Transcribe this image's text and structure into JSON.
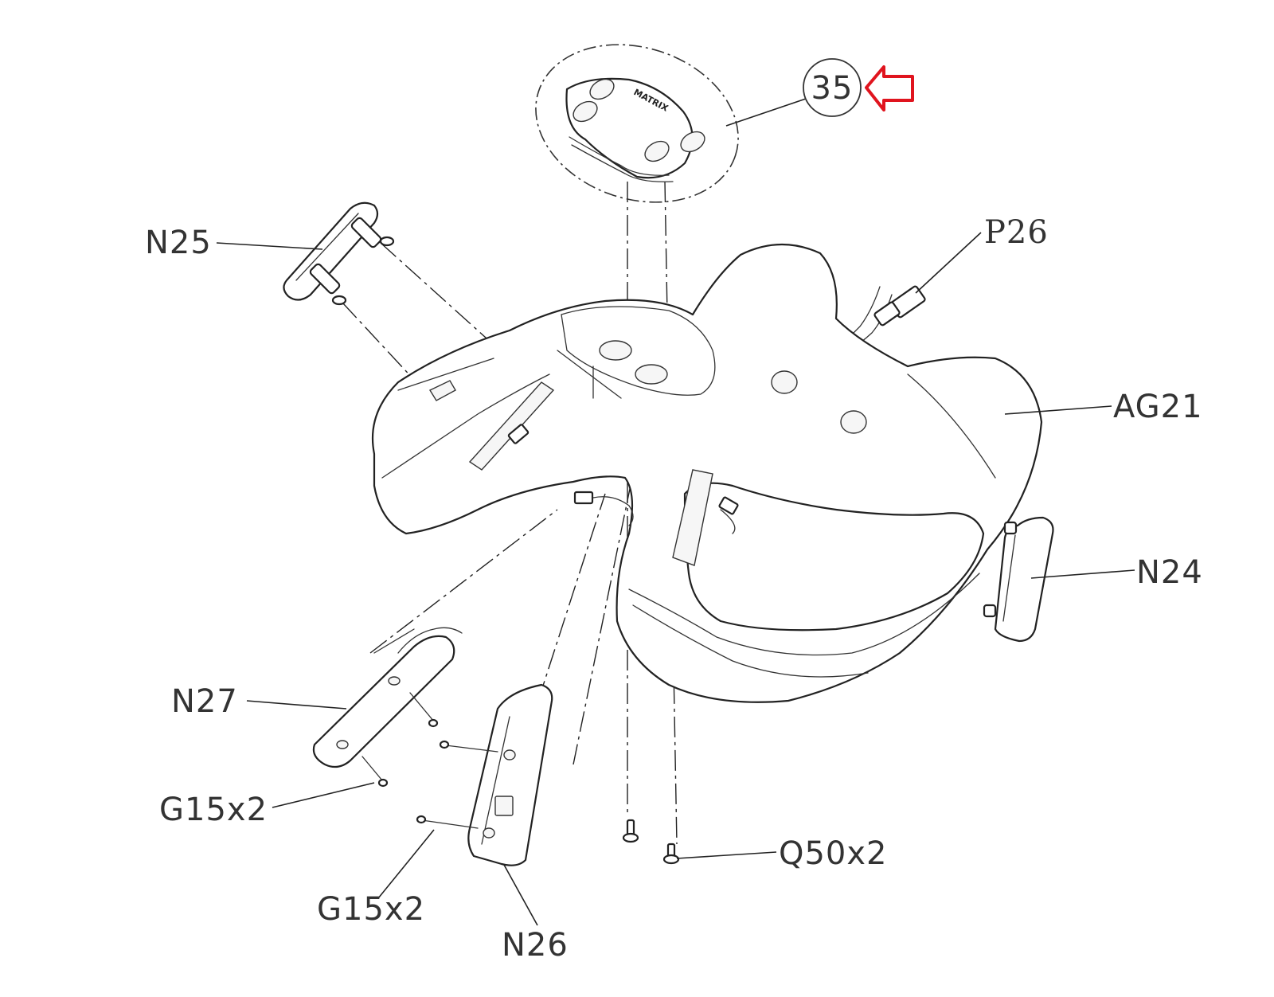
{
  "callout": {
    "number": "35",
    "arrow_color": "#e0141e"
  },
  "keypad_brand": "MATRIX",
  "labels": {
    "N25": "N25",
    "P26": "P26",
    "AG21": "AG21",
    "N24": "N24",
    "N27": "N27",
    "G15_left": "G15x2",
    "G15_bottom": "G15x2",
    "N26": "N26",
    "Q50": "Q50x2"
  },
  "colors": {
    "line": "#222222",
    "label_text": "#333333",
    "p26_text": "#8a8275"
  }
}
